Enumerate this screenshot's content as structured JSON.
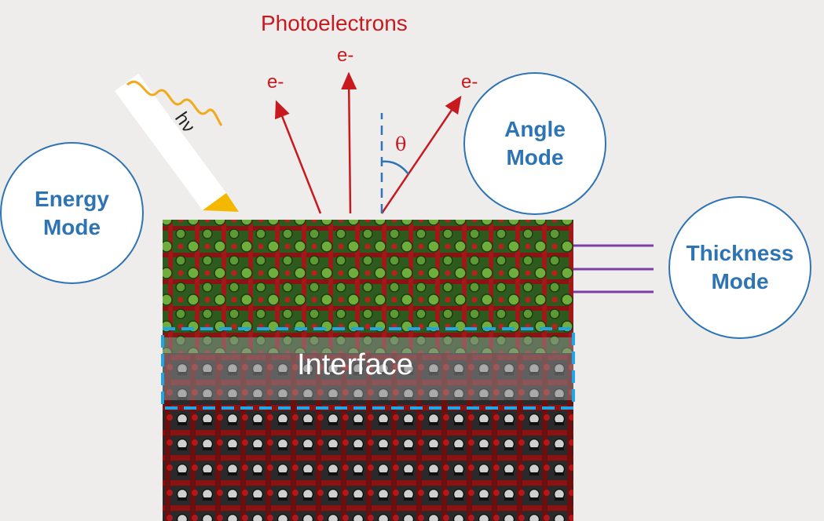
{
  "photoelectrons": "Photoelectrons",
  "electron_labels": [
    "e-",
    "e-",
    "e-"
  ],
  "theta": "θ",
  "photon": "hν",
  "interface": "Interface",
  "modes": {
    "energy": [
      "Energy",
      "Mode"
    ],
    "angle": [
      "Angle",
      "Mode"
    ],
    "thickness": [
      "Thickness",
      "Mode"
    ]
  },
  "colors": {
    "electron": "#c8191f",
    "mode_text": "#2e74b5",
    "interface_box": "#1ea6e6",
    "thickness_lines": "#7a3fa0",
    "photon_wave": "#f2a91c",
    "photon_tip": "#f5b800"
  }
}
